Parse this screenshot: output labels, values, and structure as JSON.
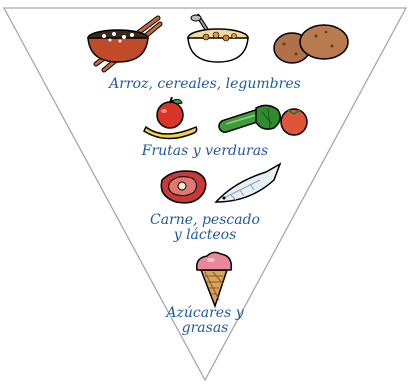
{
  "pyramid": {
    "tiers": [
      {
        "label": "Arroz, cereales, legumbres",
        "icons": [
          "rice-bowl-icon",
          "cereal-bowl-icon",
          "potatoes-icon"
        ]
      },
      {
        "label": "Frutas y verduras",
        "icons": [
          "apple-banana-icon",
          "vegetables-icon"
        ]
      },
      {
        "label_lines": [
          "Carne, pescado",
          "y lácteos"
        ],
        "icons": [
          "meat-steak-icon",
          "fish-icon"
        ]
      },
      {
        "label_lines": [
          "Azúcares y",
          "grasas"
        ],
        "icons": [
          "ice-cream-cone-icon"
        ]
      }
    ]
  },
  "colors": {
    "label_text": "#1f5a9e",
    "pyramid_outline": "#aaaaaa"
  }
}
